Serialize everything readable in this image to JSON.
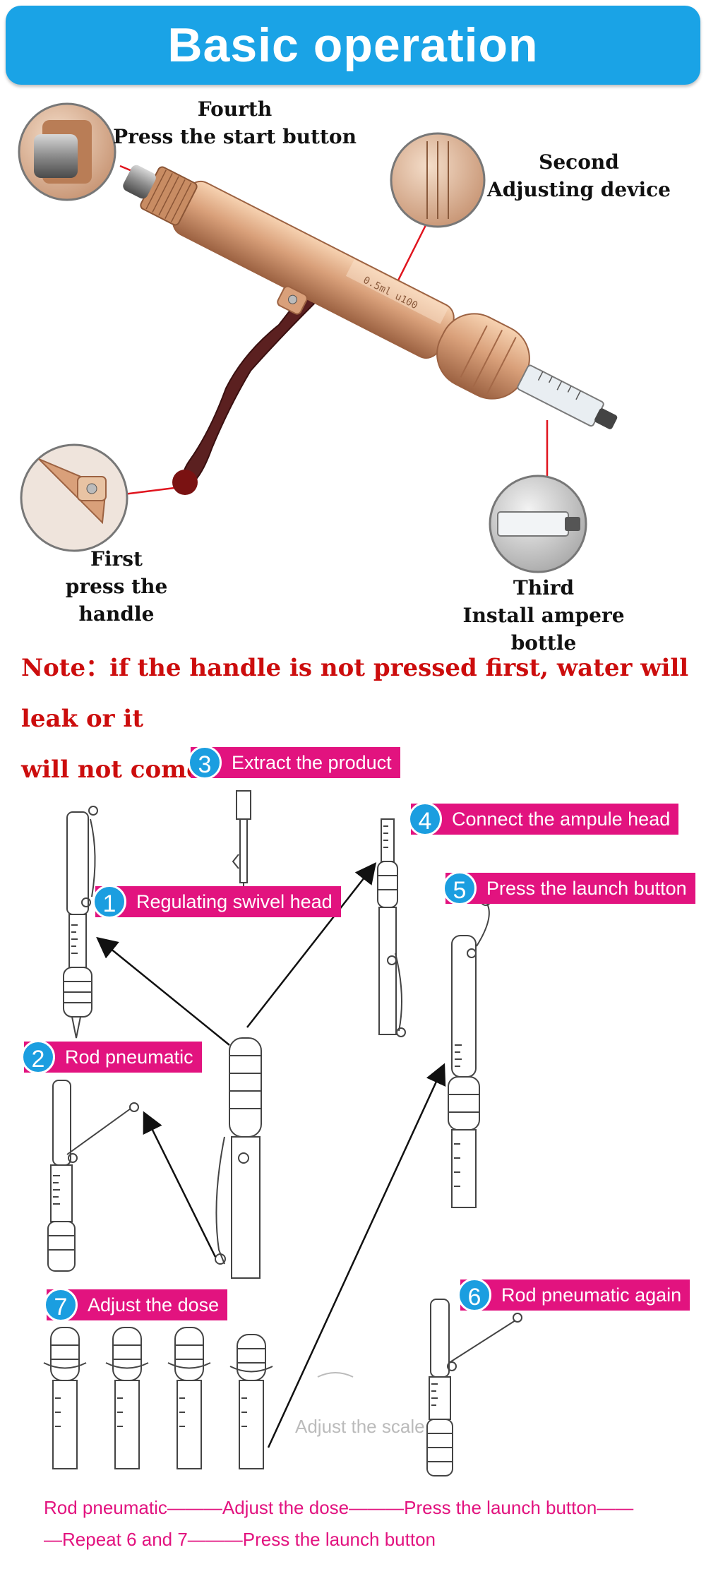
{
  "header": {
    "title": "Basic operation"
  },
  "labels": {
    "fourth": {
      "line1": "Fourth",
      "line2": "Press the start button"
    },
    "second": {
      "line1": "Second",
      "line2": "Adjusting device"
    },
    "first": {
      "line1": "First",
      "line2": "press the handle"
    },
    "third": {
      "line1": "Third",
      "line2": "Install ampere bottle"
    }
  },
  "syringe_markings": {
    "scale_text": "0.5ml u100"
  },
  "note": {
    "line1": "Note：if the handle is not pressed first, water will leak or it",
    "line2": "will not come out."
  },
  "steps": [
    {
      "num": "1",
      "label": "Regulating swivel head"
    },
    {
      "num": "2",
      "label": "Rod pneumatic"
    },
    {
      "num": "3",
      "label": "Extract the product"
    },
    {
      "num": "4",
      "label": "Connect the ampule head"
    },
    {
      "num": "5",
      "label": "Press the launch button"
    },
    {
      "num": "6",
      "label": "Rod pneumatic again"
    },
    {
      "num": "7",
      "label": "Adjust the dose"
    }
  ],
  "adjust_scale": "Adjust the scale",
  "footer": {
    "line1": "Rod pneumatic———Adjust the dose———Press the launch button——",
    "line2": "—Repeat 6 and 7———Press the launch button"
  },
  "colors": {
    "header": "#1aa3e6",
    "note": "#cc0d0d",
    "step_bg": "#e2137f",
    "step_num": "#1b9ee0",
    "callout_line": "#e0141e"
  }
}
